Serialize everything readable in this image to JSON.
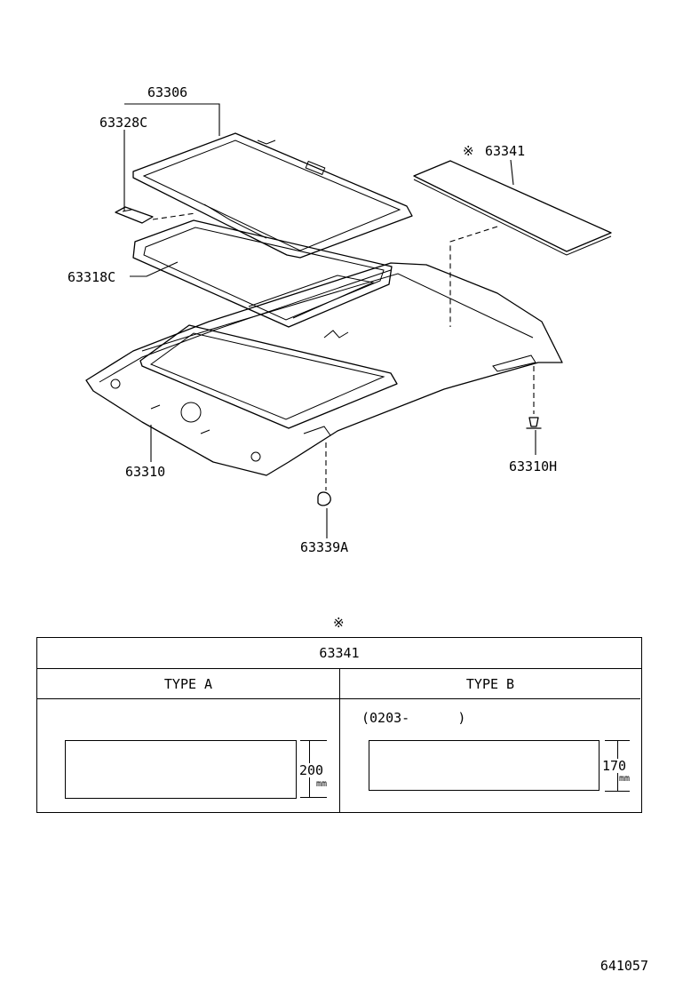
{
  "labels": {
    "roof_panel": "63306",
    "bracket": "63328C",
    "weatherstrip": "63318C",
    "headlining": "63310",
    "clip_h": "63310H",
    "clip_a": "63339A",
    "pad": "63341",
    "pad_mark": "※"
  },
  "table": {
    "mark": "※",
    "title": "63341",
    "type_a": {
      "heading": "TYPE A",
      "dimension": "200",
      "unit": "mm"
    },
    "type_b": {
      "heading": "TYPE B",
      "date_range": "(0203-      )",
      "dimension": "170",
      "unit": "mm"
    }
  },
  "figure_number": "641057"
}
